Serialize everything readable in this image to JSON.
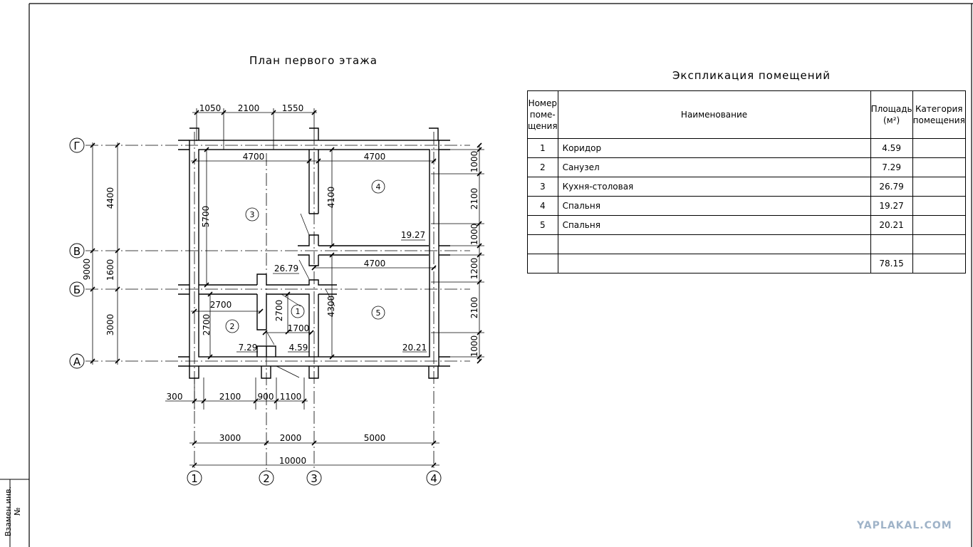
{
  "plan": {
    "title": "План первого этажа",
    "axes_rows": [
      "Г",
      "В",
      "Б",
      "А"
    ],
    "axes_cols": [
      "1",
      "2",
      "3",
      "4"
    ],
    "dims_top": [
      "1050",
      "2100",
      "1550"
    ],
    "dims_inner": {
      "top_left": "4700",
      "top_right": "4700",
      "mid_right": "4700",
      "corridor_h": "1700",
      "wc_w": "2700",
      "room3_h": "5700",
      "room4_h": "4100",
      "room5_h": "4300",
      "wc_h": "2700",
      "corr_v": "2700"
    },
    "dims_left": [
      "4400",
      "1600",
      "3000"
    ],
    "dims_left_total": "9000",
    "dims_right": [
      "1000",
      "2100",
      "1000",
      "1200",
      "2100",
      "1000"
    ],
    "dims_bottom1": [
      "300",
      "2100",
      "900",
      "1100"
    ],
    "dims_bottom2": [
      "3000",
      "2000",
      "5000"
    ],
    "dims_bottom_total": "10000",
    "room_numbers": [
      "1",
      "2",
      "3",
      "4",
      "5"
    ],
    "room_areas": {
      "r1": "4.59",
      "r2": "7.29",
      "r3": "26.79",
      "r4": "19.27",
      "r5": "20.21"
    }
  },
  "explication": {
    "title": "Экспликация помещений",
    "headers": {
      "num": "Номер поме- щения",
      "num_lines": [
        "Номер",
        "поме-",
        "щения"
      ],
      "name": "Наименование",
      "area_lines": [
        "Площадь",
        "(м²)"
      ],
      "cat_lines": [
        "Категория",
        "помещения"
      ]
    },
    "rows": [
      {
        "num": "1",
        "name": "Коридор",
        "area": "4.59",
        "cat": ""
      },
      {
        "num": "2",
        "name": "Санузел",
        "area": "7.29",
        "cat": ""
      },
      {
        "num": "3",
        "name": "Кухня-столовая",
        "area": "26.79",
        "cat": ""
      },
      {
        "num": "4",
        "name": "Спальня",
        "area": "19.27",
        "cat": ""
      },
      {
        "num": "5",
        "name": "Спальня",
        "area": "20.21",
        "cat": ""
      },
      {
        "num": "",
        "name": "",
        "area": "",
        "cat": ""
      },
      {
        "num": "",
        "name": "",
        "area": "78.15",
        "cat": ""
      }
    ]
  },
  "stamp": {
    "label": "Взамен.инв.№"
  },
  "watermark": "YAPLAKAL.COM"
}
